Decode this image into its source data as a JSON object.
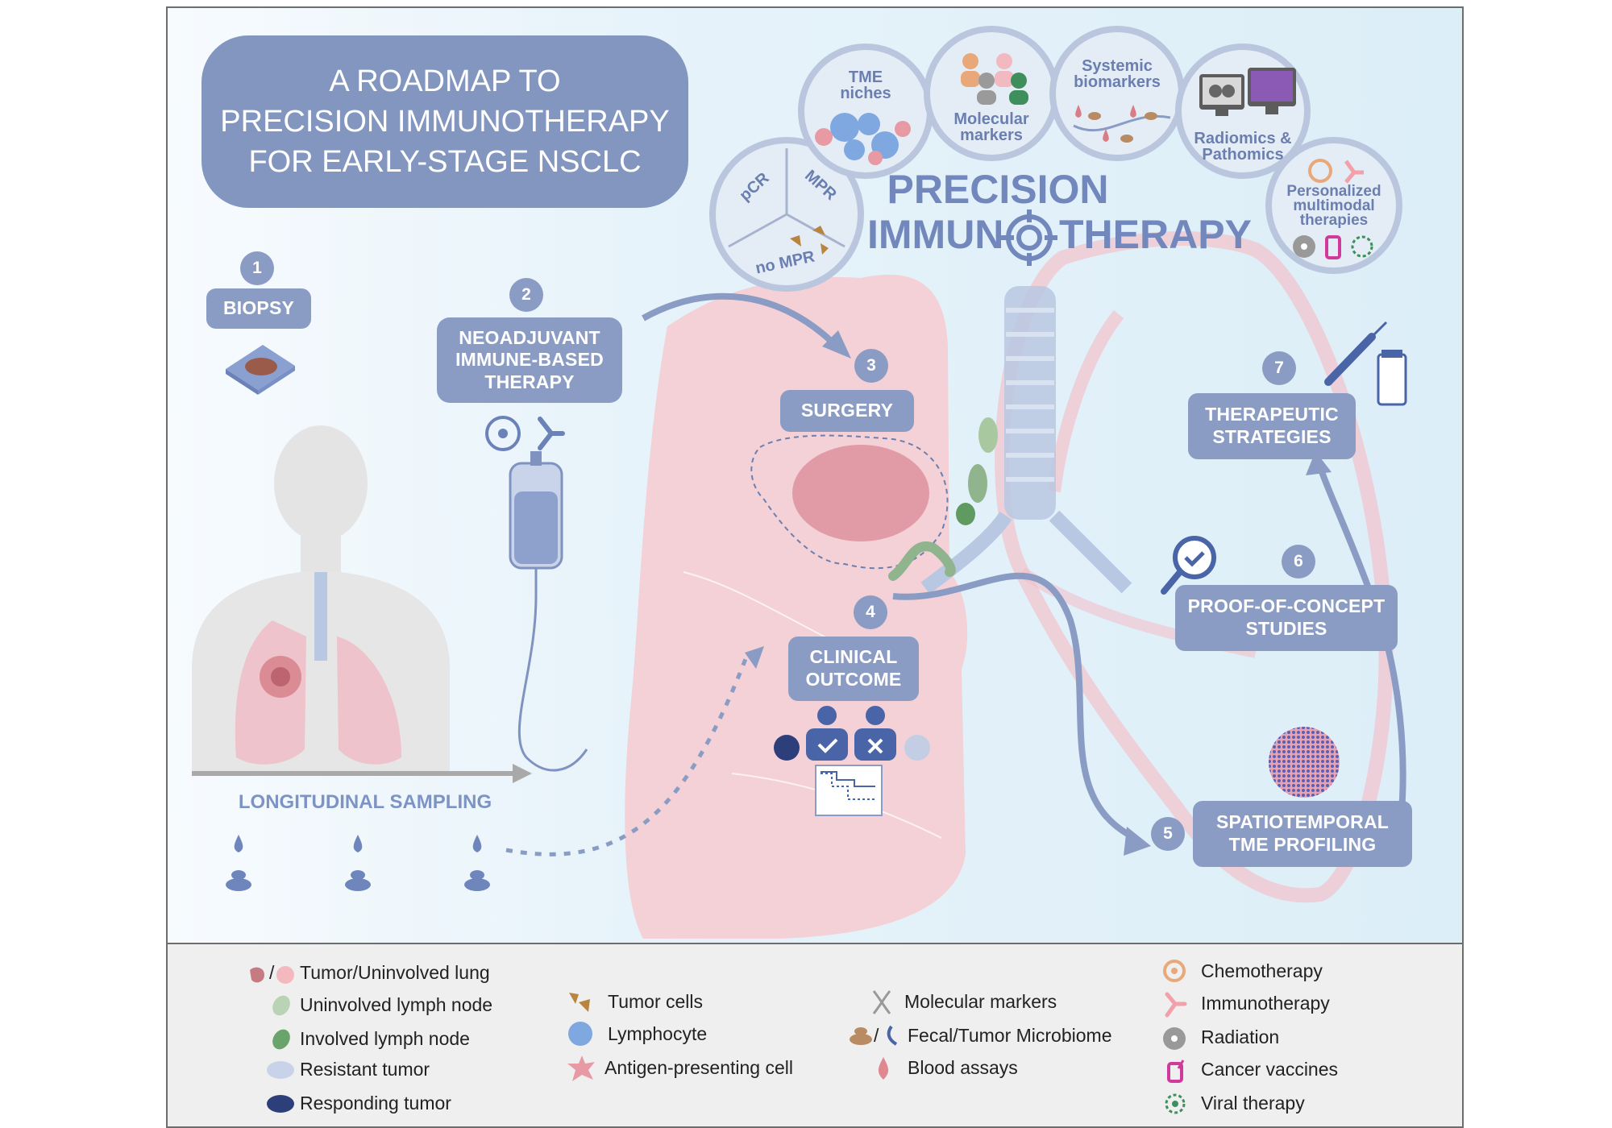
{
  "title": {
    "line1": "A ROADMAP TO",
    "line2": "PRECISION IMMUNOTHERAPY",
    "line3": "FOR EARLY-STAGE NSCLC"
  },
  "steps": [
    {
      "num": "1",
      "label": "BIOPSY"
    },
    {
      "num": "2",
      "line1": "NEOADJUVANT",
      "line2": "IMMUNE-BASED",
      "line3": "THERAPY"
    },
    {
      "num": "3",
      "label": "SURGERY"
    },
    {
      "num": "4",
      "line1": "CLINICAL",
      "line2": "OUTCOME"
    },
    {
      "num": "5",
      "line1": "SPATIOTEMPORAL",
      "line2": "TME PROFILING"
    },
    {
      "num": "6",
      "line1": "PROOF-OF-CONCEPT",
      "line2": "STUDIES"
    },
    {
      "num": "7",
      "line1": "THERAPEUTIC",
      "line2": "STRATEGIES"
    }
  ],
  "longitudinal_sampling": "LONGITUDINAL SAMPLING",
  "precision": {
    "line1": "PRECISION",
    "immun": "IMMUN",
    "therapy": "THERAPY"
  },
  "bubbles": {
    "response": {
      "pcr": "pCR",
      "mpr": "MPR",
      "no_mpr": "no MPR"
    },
    "tme": {
      "line1": "TME",
      "line2": "niches"
    },
    "molecular": {
      "line1": "Molecular",
      "line2": "markers"
    },
    "systemic": {
      "line1": "Systemic",
      "line2": "biomarkers"
    },
    "radiomics": {
      "line1": "Radiomics &",
      "line2": "Pathomics"
    },
    "personalized": {
      "line1": "Personalized",
      "line2": "multimodal",
      "line3": "therapies"
    }
  },
  "legend": [
    {
      "label": "Tumor/Uninvolved lung",
      "separator": "/"
    },
    {
      "label": "Uninvolved lymph node"
    },
    {
      "label": "Involved lymph node"
    },
    {
      "label": "Resistant tumor"
    },
    {
      "label": "Responding tumor"
    },
    {
      "label": "Tumor cells"
    },
    {
      "label": "Lymphocyte"
    },
    {
      "label": "Antigen-presenting cell"
    },
    {
      "label": "Molecular markers"
    },
    {
      "label": "Fecal/Tumor Microbiome",
      "separator": "/"
    },
    {
      "label": "Blood assays"
    },
    {
      "label": "Chemotherapy"
    },
    {
      "label": "Immunotherapy"
    },
    {
      "label": "Radiation"
    },
    {
      "label": "Cancer vaccines"
    },
    {
      "label": "Viral therapy"
    }
  ],
  "colors": {
    "pill": "#8a9cc4",
    "title_box": "#8296c0",
    "accent_text": "#7288bd",
    "lung_pink": "#f3c9cf",
    "node_green": "#8fb48e",
    "drop_blue": "#6f86bd",
    "legend_bg": "#efefef"
  },
  "icons": [
    "biopsy-slide-icon",
    "biohazard-icon",
    "antibody-icon",
    "iv-bag-icon",
    "human-silhouette-icon",
    "blood-drop-icon",
    "stool-icon",
    "lung-icon",
    "trachea-icon",
    "patient-responder-icon",
    "patient-nonresponder-icon",
    "survival-curve-icon",
    "magnifier-check-icon",
    "syringe-icon",
    "vial-icon",
    "tme-heatmap-icon",
    "target-icon"
  ]
}
